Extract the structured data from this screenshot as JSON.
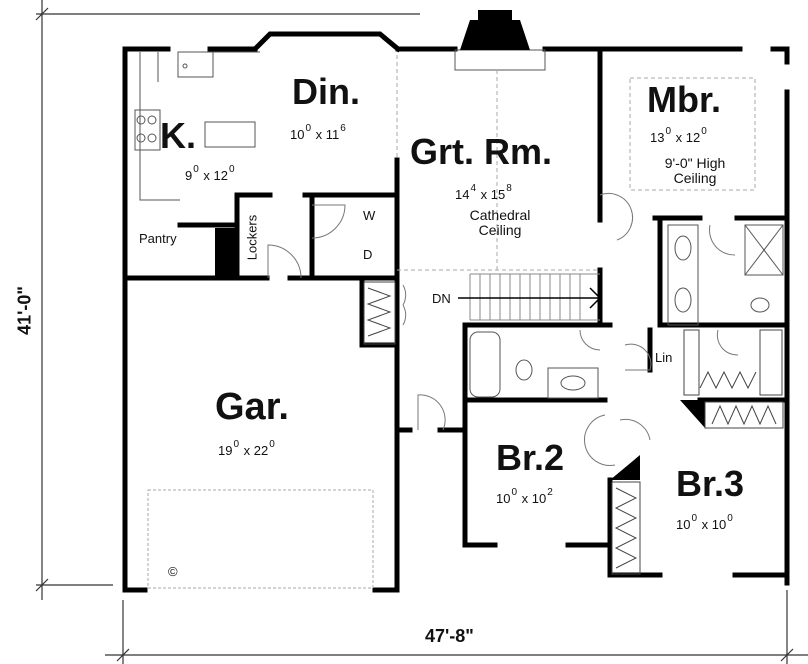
{
  "plan": {
    "overall_width": "47'-8\"",
    "overall_depth": "41'-0\""
  },
  "rooms": {
    "kitchen": {
      "label": "K.",
      "dim_a": "9",
      "sup_a": "0",
      "dim_b": "12",
      "sup_b": "0"
    },
    "dining": {
      "label": "Din.",
      "dim_a": "10",
      "sup_a": "0",
      "dim_b": "11",
      "sup_b": "6"
    },
    "great_room": {
      "label": "Grt. Rm.",
      "dim_a": "14",
      "sup_a": "4",
      "dim_b": "15",
      "sup_b": "8",
      "note_line1": "Cathedral",
      "note_line2": "Ceiling"
    },
    "master_bedroom": {
      "label": "Mbr.",
      "dim_a": "13",
      "sup_a": "0",
      "dim_b": "12",
      "sup_b": "0",
      "note_line1": "9'-0\" High",
      "note_line2": "Ceiling"
    },
    "garage": {
      "label": "Gar.",
      "dim_a": "19",
      "sup_a": "0",
      "dim_b": "22",
      "sup_b": "0"
    },
    "bedroom2": {
      "label": "Br.2",
      "dim_a": "10",
      "sup_a": "0",
      "dim_b": "10",
      "sup_b": "2"
    },
    "bedroom3": {
      "label": "Br.3",
      "dim_a": "10",
      "sup_a": "0",
      "dim_b": "10",
      "sup_b": "0"
    }
  },
  "labels": {
    "pantry": "Pantry",
    "lockers": "Lockers",
    "washer": "W",
    "dryer": "D",
    "stairs_down": "DN",
    "linen": "Lin",
    "copyright": "©",
    "times": "x"
  }
}
